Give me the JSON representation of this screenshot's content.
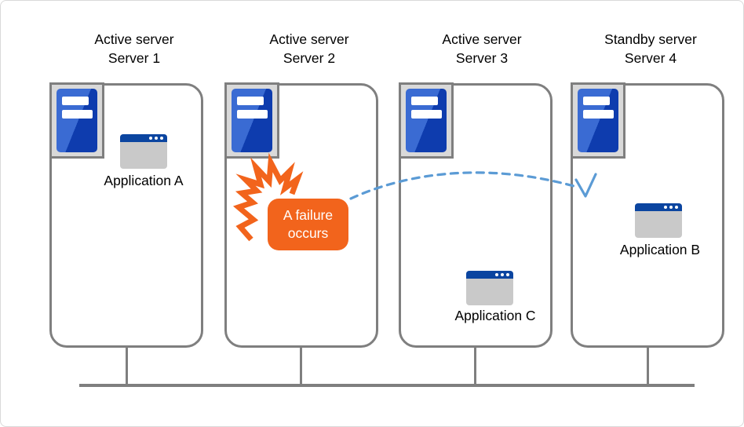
{
  "diagram": {
    "type": "server-failover-cluster",
    "servers": [
      {
        "role": "Active server",
        "name": "Server 1",
        "app_label": "Application A"
      },
      {
        "role": "Active server",
        "name": "Server 2",
        "event": "A failure occurs"
      },
      {
        "role": "Active server",
        "name": "Server 3",
        "app_label": "Application C"
      },
      {
        "role": "Standby server",
        "name": "Server 4",
        "app_label": "Application B"
      }
    ],
    "failure_badge": {
      "text": "A failure occurs",
      "bg_color": "#f2641c",
      "text_color": "#ffffff"
    },
    "failover_arrow": {
      "from": "Server 2",
      "to": "Server 4",
      "style": "dashed",
      "color": "#5b9bd5"
    },
    "icons": {
      "server_tower": "blue tower with two white slots in gray frame",
      "app_window": "gray window with blue title bar and three dots",
      "burst": "orange explosion burst"
    },
    "colors": {
      "server_box_border": "#7f7f7f",
      "server_icon_bg": "#d9d9d9",
      "tower_blue_light": "#3a6bd3",
      "tower_blue_dark": "#0e3cae",
      "app_titlebar_blue": "#0b45a0",
      "app_body_gray": "#c9c9c9",
      "burst_orange": "#f2641c",
      "arrow_blue": "#5b9bd5",
      "network_line": "#7f7f7f",
      "text": "#000000"
    }
  }
}
